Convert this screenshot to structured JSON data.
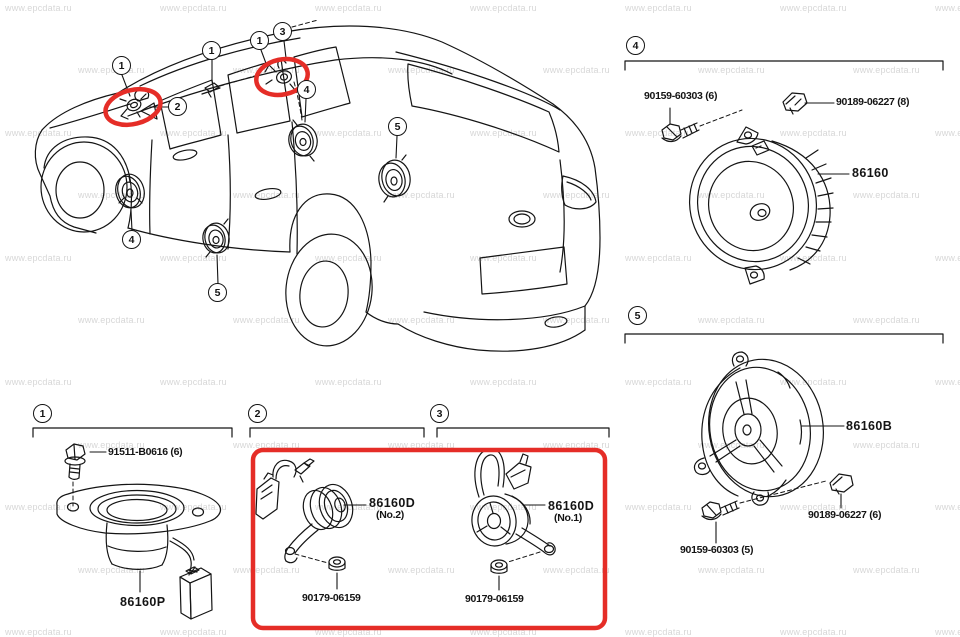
{
  "watermark": {
    "text": "www.epcdata.ru"
  },
  "colors": {
    "highlight": "#e52d27",
    "line": "#141414",
    "watermark": "#d7d7d7"
  },
  "callouts": {
    "car": [
      "1",
      "2",
      "1",
      "1",
      "3",
      "4",
      "5",
      "4",
      "5"
    ],
    "sections": [
      "1",
      "2",
      "3",
      "4",
      "5"
    ]
  },
  "sections": {
    "s1": {
      "parts": {
        "bolt": "91511-B0616 (6)",
        "speaker": "86160P"
      }
    },
    "s2": {
      "parts": {
        "speaker": "86160D",
        "variant": "(No.2)",
        "nut": "90179-06159"
      }
    },
    "s3": {
      "parts": {
        "speaker": "86160D",
        "variant": "(No.1)",
        "nut": "90179-06159"
      }
    },
    "s4": {
      "parts": {
        "screw": "90159-60303 (6)",
        "clip": "90189-06227 (8)",
        "speaker": "86160"
      }
    },
    "s5": {
      "parts": {
        "speaker": "86160B",
        "clip": "90189-06227 (6)",
        "screw": "90159-60303 (5)"
      }
    }
  }
}
